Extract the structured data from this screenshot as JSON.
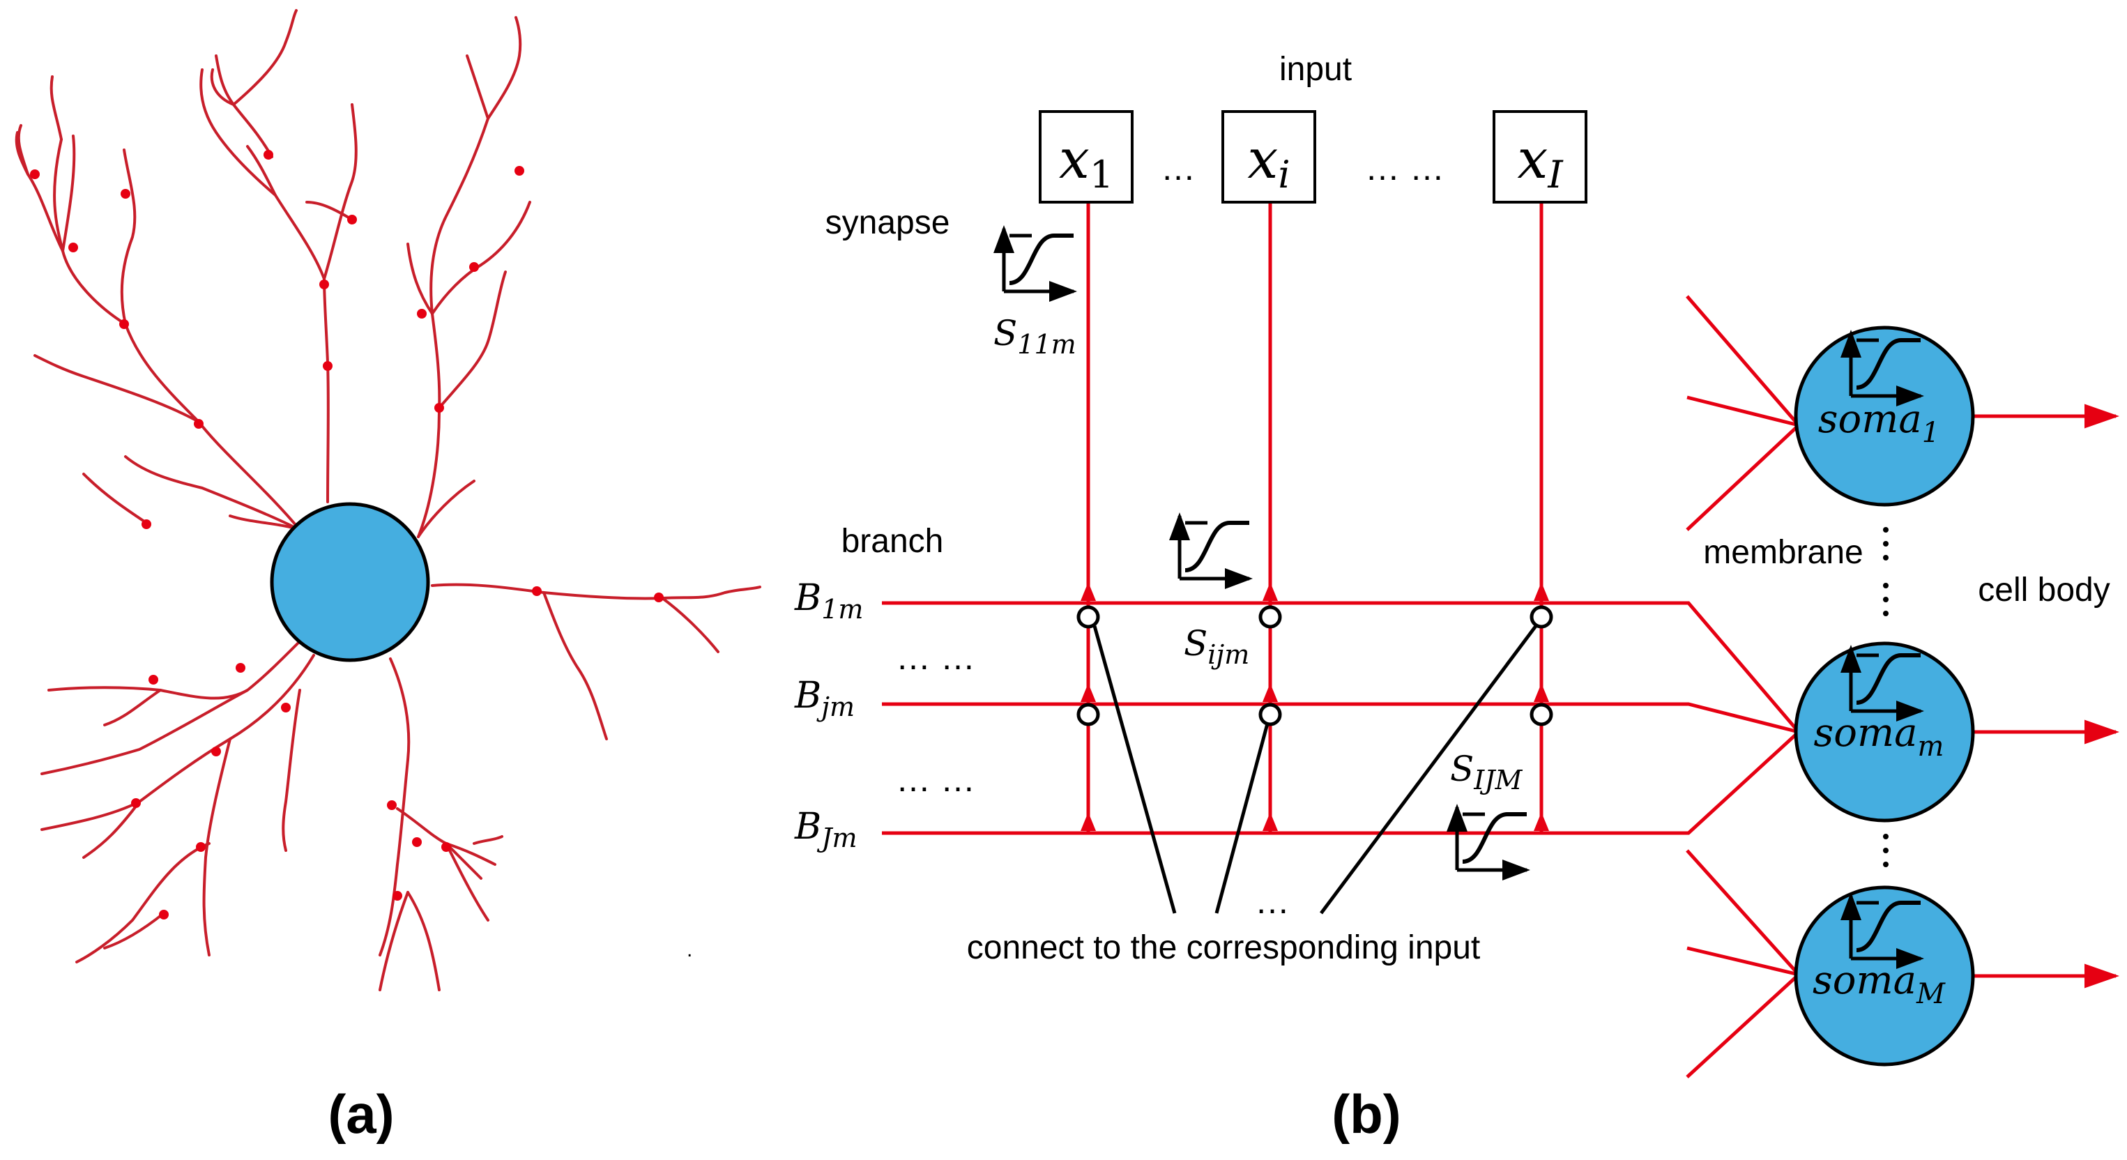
{
  "colors": {
    "dendrite": "#E60012",
    "soma_fill": "#45AEE0",
    "outline": "#000000",
    "background": "#ffffff"
  },
  "panel_a": {
    "label": "(a)",
    "stray_dot": "."
  },
  "panel_b": {
    "label": "(b)",
    "input_label": "input",
    "synapse_label": "synapse",
    "branch_label": "branch",
    "membrane_label": "membrane",
    "cell_body_label": "cell body",
    "connect_caption": "connect to the corresponding input",
    "inputs": [
      {
        "base": "x",
        "sub": "1"
      },
      {
        "base": "x",
        "sub": "i"
      },
      {
        "base": "x",
        "sub": "I"
      }
    ],
    "input_ellipsis_1": "…",
    "input_ellipsis_2": "… …",
    "branches": [
      {
        "base": "B",
        "sub": "1m"
      },
      {
        "base": "B",
        "sub": "jm"
      },
      {
        "base": "B",
        "sub": "Jm"
      }
    ],
    "branch_ellipsis": "… …",
    "caption_ellipsis": "…",
    "synapse_subscripts": [
      {
        "base": "S",
        "sub": "11m"
      },
      {
        "base": "S",
        "sub": "ijm"
      },
      {
        "base": "S",
        "sub": "IJM"
      }
    ],
    "somas": [
      {
        "base": "soma",
        "sub": "1"
      },
      {
        "base": "soma",
        "sub": "m"
      },
      {
        "base": "soma",
        "sub": "M"
      }
    ]
  }
}
